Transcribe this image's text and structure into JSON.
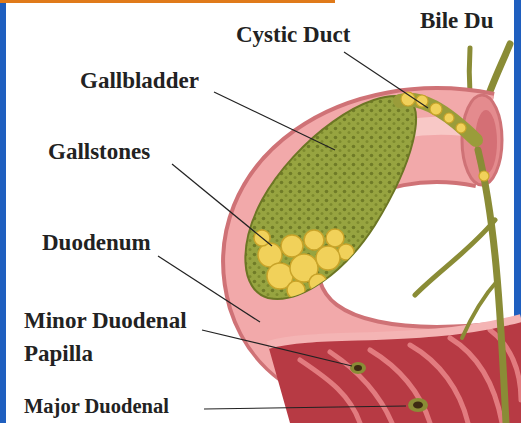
{
  "diagram": {
    "labels": [
      "Bile Du",
      "Cystic Duct",
      "Gallbladder",
      "Gallstones",
      "Duodenum",
      "Minor Duodenal Papilla",
      "Major Duodenal"
    ]
  }
}
